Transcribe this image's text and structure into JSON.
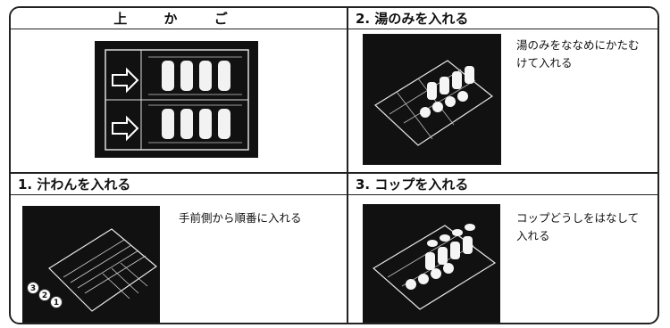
{
  "panels": {
    "top_basket": {
      "title": "上 か ご"
    },
    "step2": {
      "title": "2. 湯のみを入れる",
      "desc_lines": [
        "湯のみをななめにかたむ",
        "けて入れる"
      ]
    },
    "step1": {
      "title": "1. 汁わんを入れる",
      "desc": "手前側から順番に入れる"
    },
    "step3": {
      "title": "3. コップを入れる",
      "desc_lines": [
        "コップどうしをはなして",
        "入れる"
      ]
    }
  },
  "markers": [
    "3",
    "2",
    "1"
  ],
  "colors": {
    "border": "#222222",
    "photo_bg": "#111111",
    "line": "#e8e8e8"
  }
}
